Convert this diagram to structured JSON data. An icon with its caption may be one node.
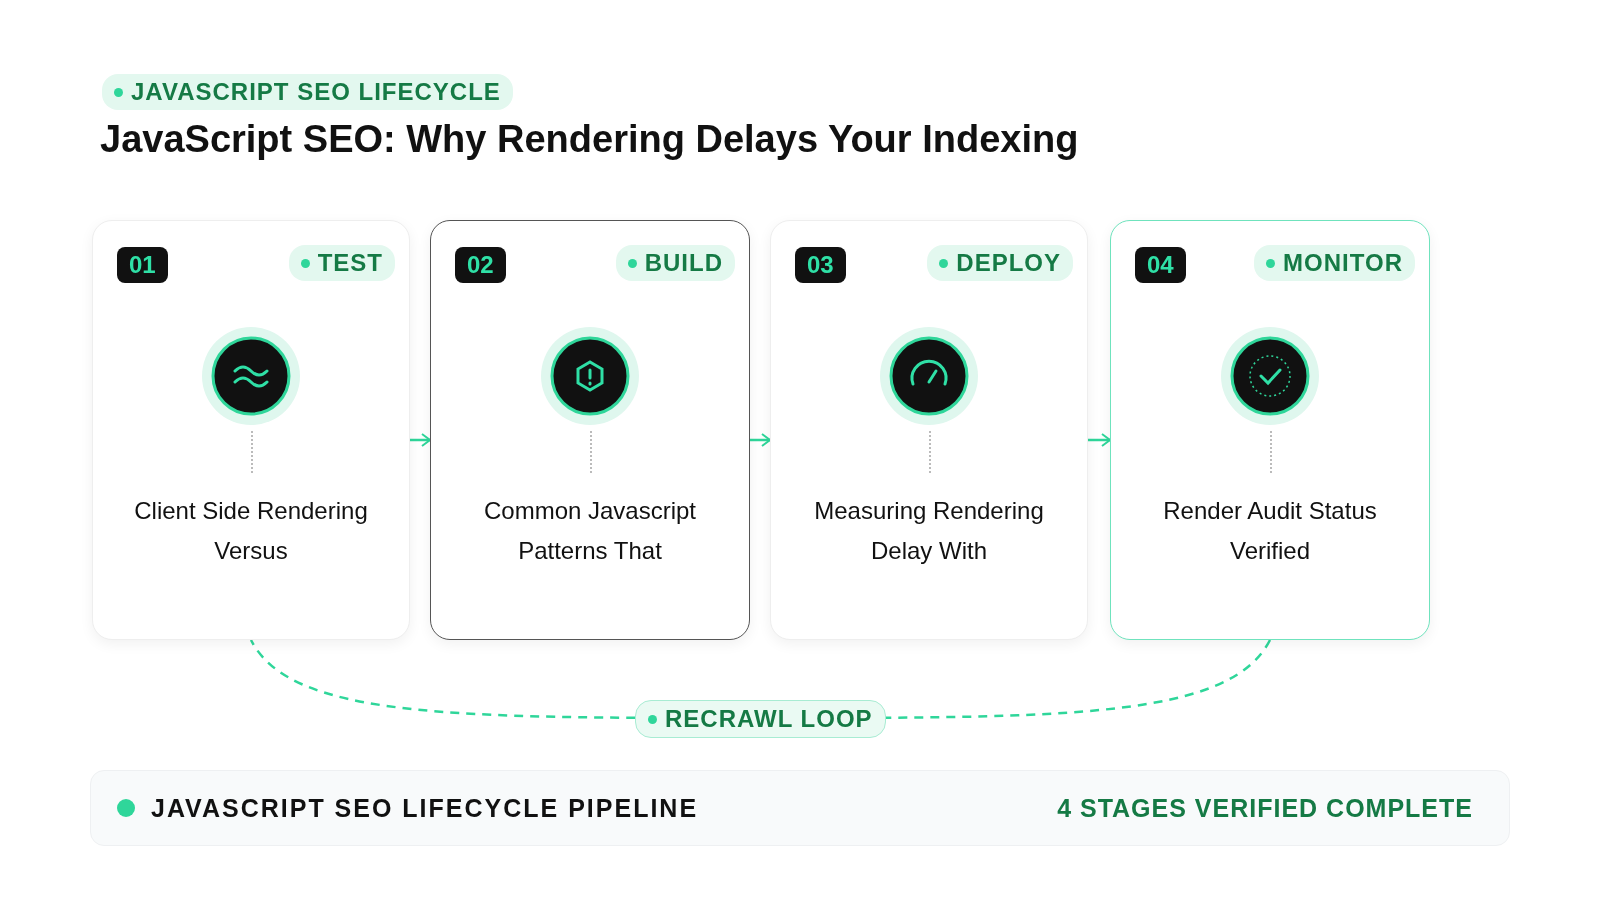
{
  "diagram": {
    "title": "JavaScript SEO: Why Rendering Delays Your Indexing",
    "nodes": [
      {
        "text": [
          "01",
          "TEST",
          "Client Side Rendering Versus"
        ]
      },
      {
        "text": [
          "02",
          "BUILD",
          "Common Javascript Patterns That"
        ]
      },
      {
        "text": [
          "03",
          "DEPLOY",
          "Measuring Rendering Delay With"
        ]
      },
      {
        "text": [
          "04",
          "MONITOR",
          "Render Audit Status Verified"
        ]
      },
      {
        "text": [
          "JAVASCRIPT SEO LIFECYCLE PIPELINE",
          "4 STAGES VERIFIED COMPLETE"
        ]
      }
    ],
    "edges": [
      {
        "from": 0,
        "to": 1,
        "arrow": "to"
      },
      {
        "from": 1,
        "to": 2,
        "arrow": "to"
      },
      {
        "from": 2,
        "to": 3,
        "arrow": "to"
      },
      {
        "from": 3,
        "to": 0,
        "arrow": "none",
        "label": "RECRAWL LOOP",
        "style": "dashed"
      }
    ],
    "labels": [
      "JAVASCRIPT SEO LIFECYCLE"
    ]
  }
}
